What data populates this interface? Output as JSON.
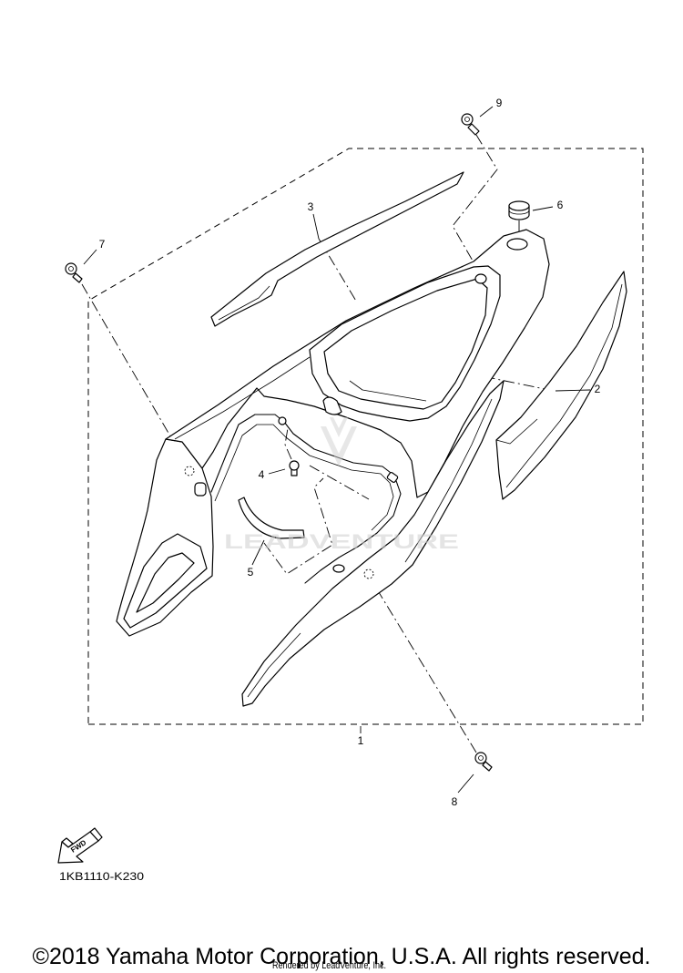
{
  "diagram": {
    "figure_code": "1KB1110-K230",
    "fwd_label": "FWD",
    "watermark": "LEADVENTURE",
    "callouts": {
      "p1": "1",
      "p2": "2",
      "p3": "3",
      "p4": "4",
      "p5": "5",
      "p6": "6",
      "p7": "7",
      "p8": "8",
      "p9": "9"
    }
  },
  "footer": {
    "copyright": "©2018 Yamaha Motor Corporation, U.S.A. All rights reserved.",
    "rendered_by": "Rendered by LeadVenture, Inc."
  },
  "colors": {
    "line": "#000000",
    "background": "#ffffff",
    "watermark": "#cfcfcf"
  }
}
